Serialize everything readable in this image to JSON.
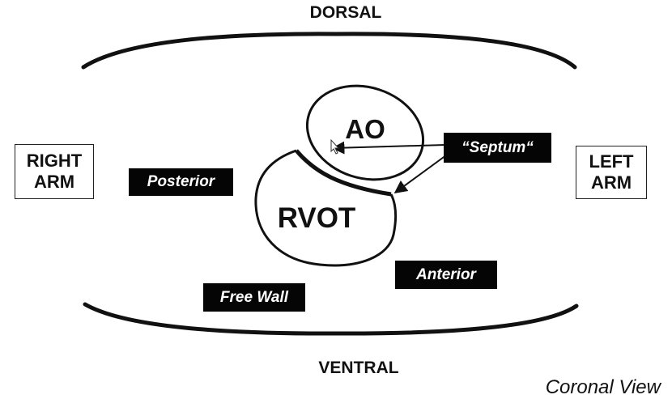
{
  "orientation": {
    "top": "DORSAL",
    "bottom": "VENTRAL"
  },
  "sides": {
    "left_line1": "RIGHT",
    "left_line2": "ARM",
    "right_line1": "LEFT",
    "right_line2": "ARM"
  },
  "structures": {
    "aorta": "AO",
    "rvot": "RVOT"
  },
  "tags": {
    "septum": "“Septum“",
    "posterior": "Posterior",
    "anterior": "Anterior",
    "free_wall": "Free Wall"
  },
  "view_label": "Coronal View",
  "colors": {
    "ink": "#111111",
    "tag_background": "#050505",
    "tag_text": "#ffffff"
  }
}
